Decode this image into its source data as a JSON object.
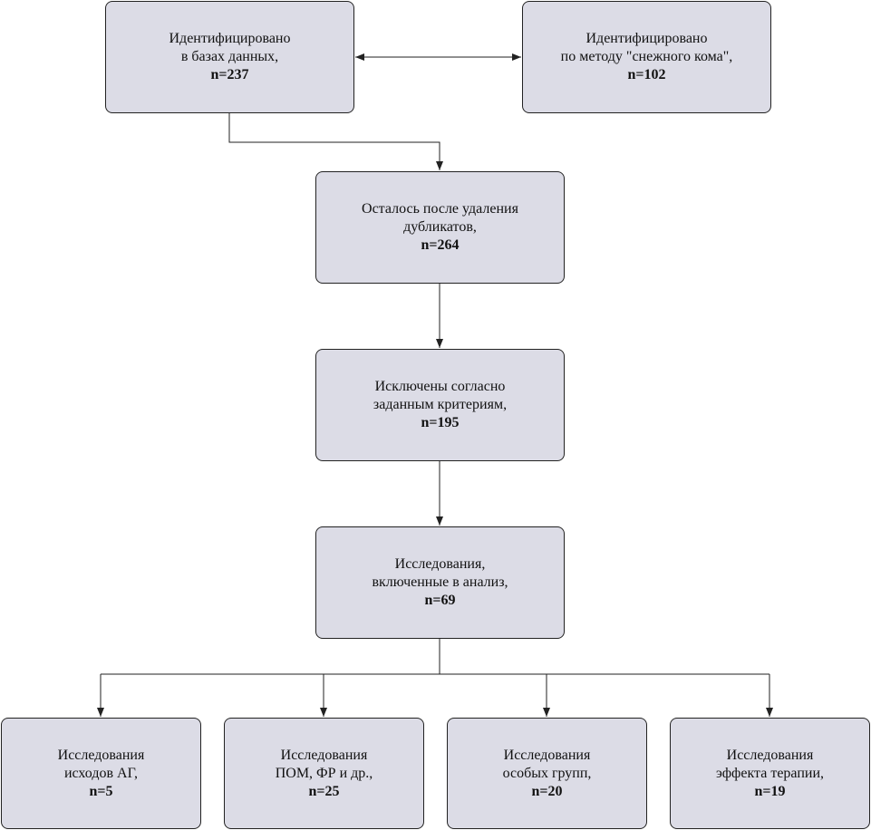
{
  "boxes": {
    "db": {
      "line1": "Идентифицировано",
      "line2": "в базах данных,",
      "count": "n=237"
    },
    "snowball": {
      "line1": "Идентифицировано",
      "line2": "по методу \"снежного кома\",",
      "count": "n=102"
    },
    "dedup": {
      "line1": "Осталось после удаления",
      "line2": "дубликатов,",
      "count": "n=264"
    },
    "excluded": {
      "line1": "Исключены согласно",
      "line2": "заданным критериям,",
      "count": "n=195"
    },
    "included": {
      "line1": "Исследования,",
      "line2": "включенные в анализ,",
      "count": "n=69"
    },
    "outcomes": {
      "line1": "Исследования",
      "line2": "исходов АГ,",
      "count": "n=5"
    },
    "pom": {
      "line1": "Исследования",
      "line2": "ПОМ, ФР и др.,",
      "count": "n=25"
    },
    "special": {
      "line1": "Исследования",
      "line2": "особых групп,",
      "count": "n=20"
    },
    "therapy": {
      "line1": "Исследования",
      "line2": "эффекта терапии,",
      "count": "n=19"
    }
  },
  "colors": {
    "box_fill": "#dcdce6",
    "box_border": "#222222",
    "connector": "#222222"
  }
}
